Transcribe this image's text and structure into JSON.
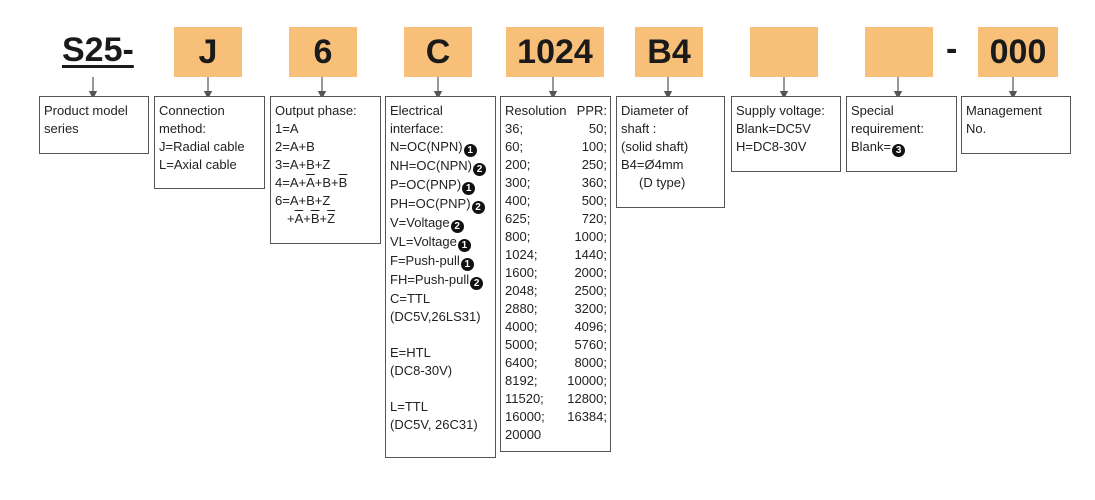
{
  "prefix": "S25-",
  "separator": "-",
  "codes": [
    "J",
    "6",
    "C",
    "1024",
    "B4",
    "",
    "",
    "000"
  ],
  "product_model": {
    "lines": [
      "Product model",
      "series"
    ]
  },
  "connection": {
    "lines": [
      "Connection",
      "method:",
      "J=Radial cable",
      "L=Axial cable"
    ]
  },
  "output_phase": {
    "title": "Output phase:",
    "p1": "1=A",
    "p2": "2=A+B",
    "p3": "3=A+B+Z",
    "p4": {
      "a": "4=A+",
      "b": "A",
      "c": "+B+",
      "d": "B"
    },
    "p6a": {
      "a": "6=A+B+Z"
    },
    "p6b": {
      "a": "+",
      "b": "A",
      "c": "+",
      "d": "B",
      "e": "+",
      "f": "Z"
    }
  },
  "electrical": {
    "lines": [
      {
        "text": "Electrical",
        "badge": ""
      },
      {
        "text": "interface:",
        "badge": ""
      },
      {
        "text": "N=OC(NPN)",
        "badge": "1"
      },
      {
        "text": "NH=OC(NPN)",
        "badge": "2"
      },
      {
        "text": "P=OC(PNP)",
        "badge": "1"
      },
      {
        "text": "PH=OC(PNP)",
        "badge": "2"
      },
      {
        "text": "V=Voltage",
        "badge": "2"
      },
      {
        "text": "VL=Voltage",
        "badge": "1"
      },
      {
        "text": "F=Push-pull",
        "badge": "1"
      },
      {
        "text": "FH=Push-pull",
        "badge": "2"
      },
      {
        "text": "C=TTL",
        "badge": ""
      },
      {
        "text": "(DC5V,26LS31)",
        "badge": ""
      },
      {
        "text": "",
        "badge": ""
      },
      {
        "text": "E=HTL",
        "badge": ""
      },
      {
        "text": "(DC8-30V)",
        "badge": ""
      },
      {
        "text": "",
        "badge": ""
      },
      {
        "text": "L=TTL",
        "badge": ""
      },
      {
        "text": "(DC5V, 26C31)",
        "badge": ""
      }
    ]
  },
  "resolution": {
    "header_left": "Resolution",
    "header_right": "PPR:",
    "rows": [
      [
        "36;",
        "50;"
      ],
      [
        "60;",
        "100;"
      ],
      [
        "200;",
        "250;"
      ],
      [
        "300;",
        "360;"
      ],
      [
        "400;",
        "500;"
      ],
      [
        "625;",
        "720;"
      ],
      [
        "800;",
        "1000;"
      ],
      [
        "1024;",
        "1440;"
      ],
      [
        "1600;",
        "2000;"
      ],
      [
        "2048;",
        "2500;"
      ],
      [
        "2880;",
        "3200;"
      ],
      [
        "4000;",
        "4096;"
      ],
      [
        "5000;",
        "5760;"
      ],
      [
        "6400;",
        "8000;"
      ],
      [
        "8192;",
        "10000;"
      ],
      [
        "11520;",
        "12800;"
      ],
      [
        "16000;",
        "16384;"
      ],
      [
        "20000",
        ""
      ]
    ]
  },
  "shaft": {
    "lines": [
      "Diameter of",
      "shaft :",
      "(solid shaft)",
      "B4=Ø4mm",
      "     (D type)"
    ]
  },
  "supply": {
    "lines": [
      "Supply voltage:",
      "Blank=DC5V",
      "H=DC8-30V"
    ]
  },
  "special": {
    "line1": "Special",
    "line2": "requirement:",
    "line3": "Blank=",
    "badge": "3"
  },
  "management": {
    "lines": [
      "Management",
      "No."
    ]
  },
  "colors": {
    "code_fill": "#f7bf77",
    "line": "#555555",
    "text": "#222222"
  }
}
